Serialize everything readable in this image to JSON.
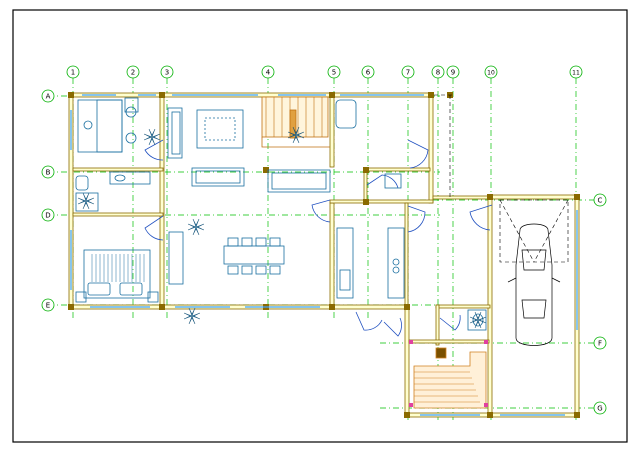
{
  "colors": {
    "background": "#ffffff",
    "frame": "#000000",
    "wall_fill": "#ffffd0",
    "wall_stroke": "#8a6a00",
    "gridline": "#00c000",
    "bubble": "#00b000",
    "furniture": "#1a6fa0",
    "window": "#3aa0ff",
    "door": "#2050c0",
    "stair": "#c07010",
    "sauna": "#d08020"
  },
  "grid_columns": [
    "1",
    "2",
    "3",
    "4",
    "5",
    "6",
    "7",
    "8",
    "9",
    "10",
    "11"
  ],
  "grid_rows": [
    "A",
    "B",
    "D",
    "E",
    "C",
    "F",
    "G"
  ],
  "icons": [
    "car-icon",
    "bed-icon",
    "stair-icon",
    "desk-icon",
    "dining-table-icon",
    "sofa-icon",
    "rug-icon",
    "plant-icon",
    "bathtub-icon",
    "sauna-bench-icon",
    "kitchen-counter-icon"
  ]
}
